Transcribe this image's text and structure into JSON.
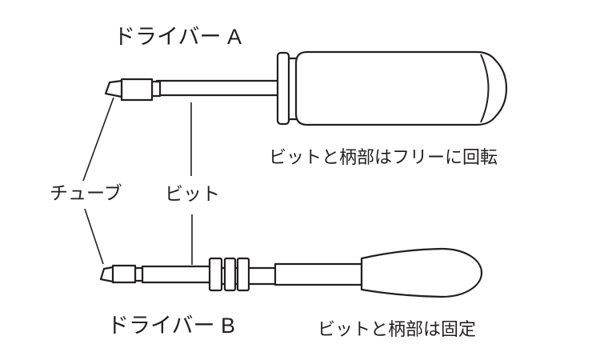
{
  "diagram": {
    "background": "#ffffff",
    "line_color": "#231f20",
    "driver_a": {
      "title": "ドライバー A",
      "note": "ビットと柄部はフリーに回転"
    },
    "driver_b": {
      "title": "ドライバー B",
      "note": "ビットと柄部は固定"
    },
    "part_labels": {
      "tube": "チューブ",
      "bit": "ビット"
    }
  }
}
